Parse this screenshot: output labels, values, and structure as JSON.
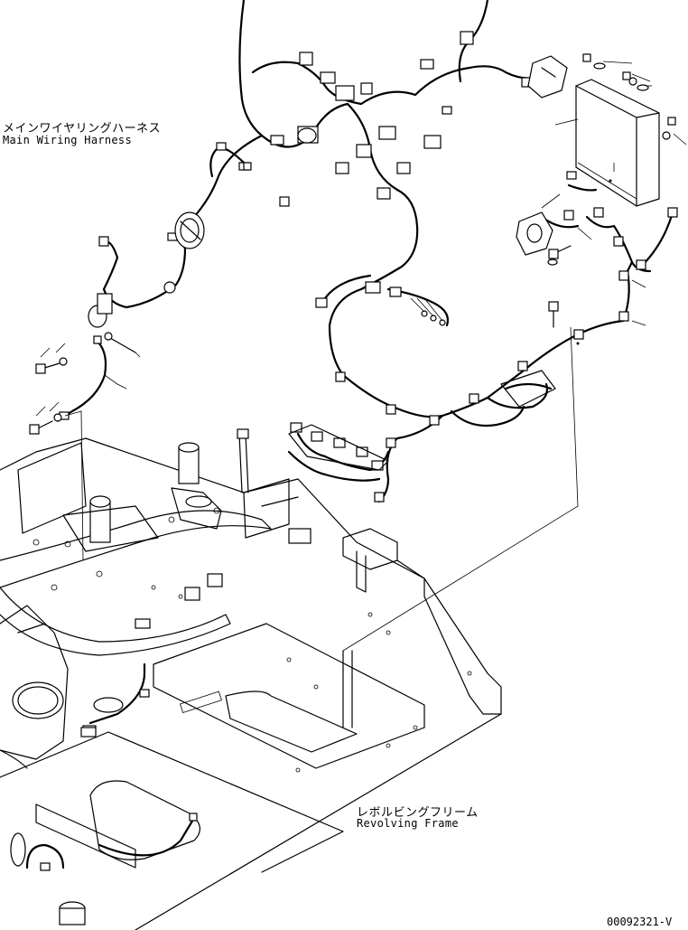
{
  "labels": {
    "harness_ja": "メインワイヤリングハーネス",
    "harness_en": "Main Wiring Harness",
    "frame_ja": "レボルビングフリーム",
    "frame_en": "Revolving Frame",
    "drawing_code": "00092321-V"
  },
  "colors": {
    "line": "#000000",
    "background": "#ffffff"
  }
}
